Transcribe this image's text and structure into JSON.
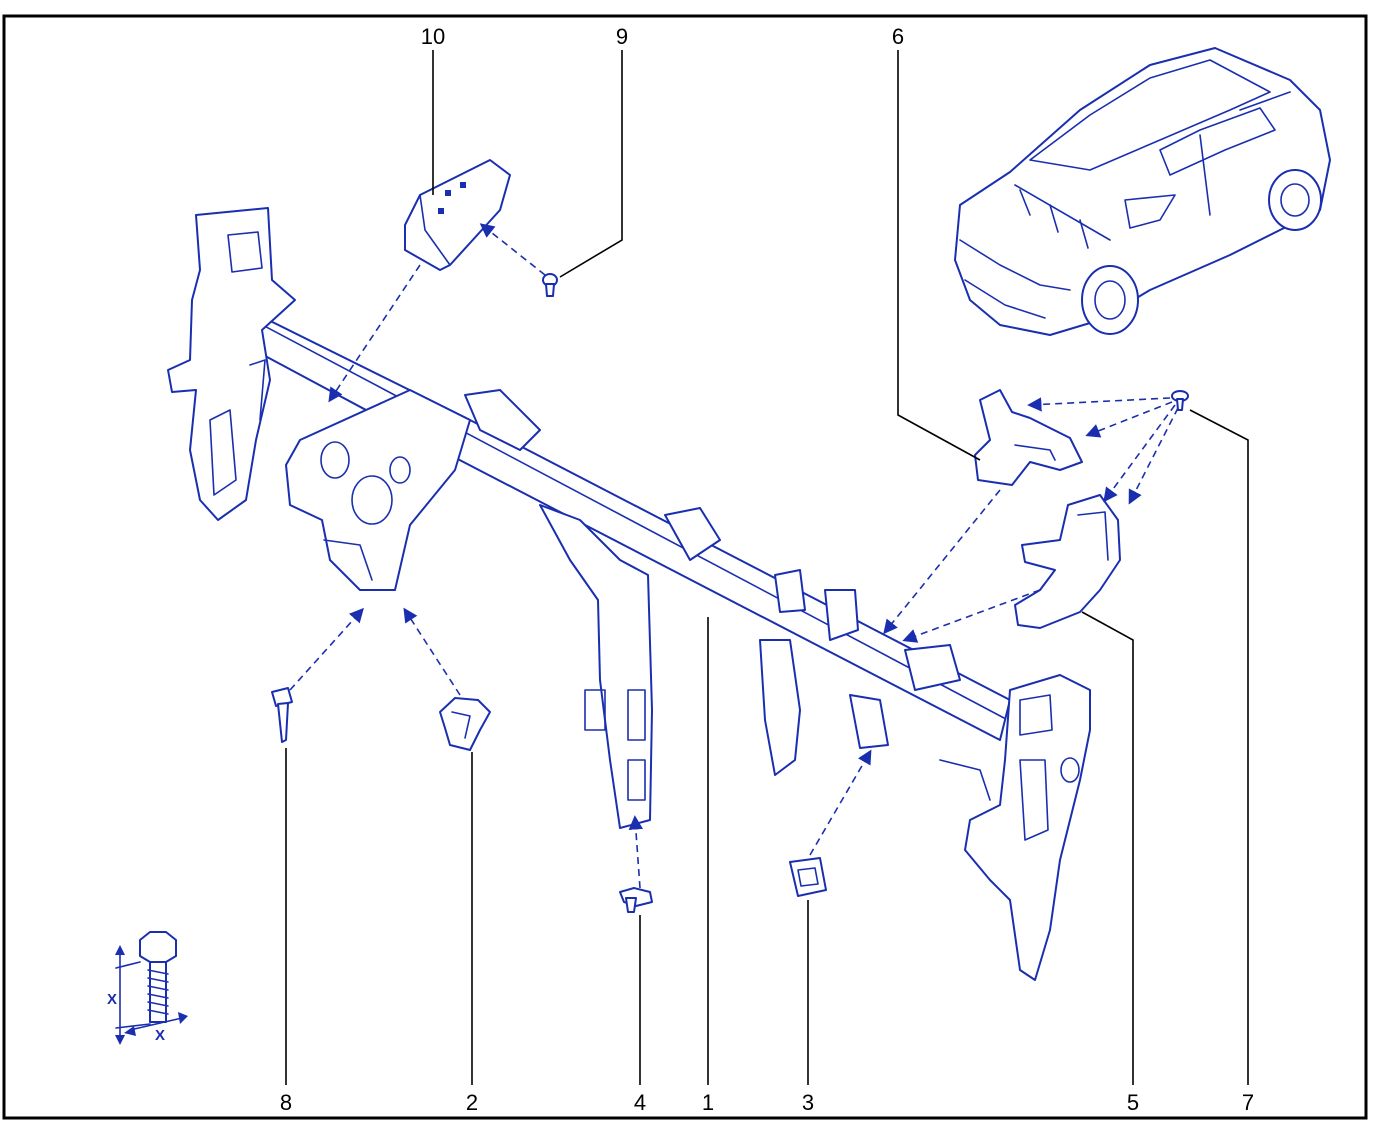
{
  "callouts": {
    "c1": "1",
    "c2": "2",
    "c3": "3",
    "c4": "4",
    "c5": "5",
    "c6": "6",
    "c7": "7",
    "c8": "8",
    "c9": "9",
    "c10": "10"
  },
  "torque_inset": {
    "dimension_labels": [
      "X",
      "X"
    ]
  },
  "colors": {
    "line_art": "#1a2fb0",
    "frame": "#000000",
    "background": "#ffffff"
  }
}
